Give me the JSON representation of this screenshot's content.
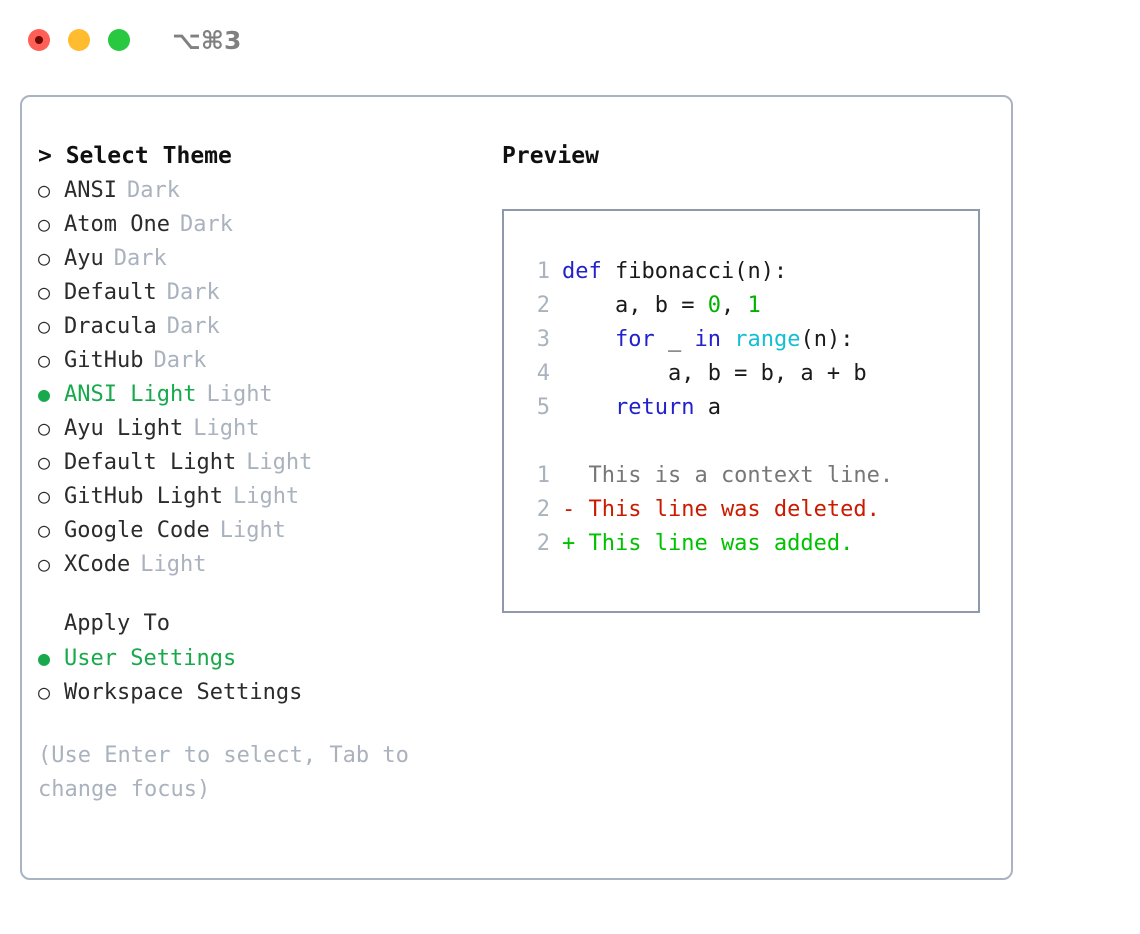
{
  "window": {
    "shortcut_title": "⌥⌘3",
    "traffic_lights": [
      "close",
      "minimize",
      "maximize"
    ]
  },
  "theme_panel": {
    "header": "> Select Theme",
    "items": [
      {
        "marker": "○",
        "label": "ANSI",
        "suffix": "Dark",
        "selected": false
      },
      {
        "marker": "○",
        "label": "Atom One",
        "suffix": "Dark",
        "selected": false
      },
      {
        "marker": "○",
        "label": "Ayu",
        "suffix": "Dark",
        "selected": false
      },
      {
        "marker": "○",
        "label": "Default",
        "suffix": "Dark",
        "selected": false
      },
      {
        "marker": "○",
        "label": "Dracula",
        "suffix": "Dark",
        "selected": false
      },
      {
        "marker": "○",
        "label": "GitHub",
        "suffix": "Dark",
        "selected": false
      },
      {
        "marker": "●",
        "label": "ANSI Light",
        "suffix": "Light",
        "selected": true
      },
      {
        "marker": "○",
        "label": "Ayu Light",
        "suffix": "Light",
        "selected": false
      },
      {
        "marker": "○",
        "label": "Default Light",
        "suffix": "Light",
        "selected": false
      },
      {
        "marker": "○",
        "label": "GitHub Light",
        "suffix": "Light",
        "selected": false
      },
      {
        "marker": "○",
        "label": "Google Code",
        "suffix": "Light",
        "selected": false
      },
      {
        "marker": "○",
        "label": "XCode",
        "suffix": "Light",
        "selected": false
      }
    ]
  },
  "apply_to": {
    "header": "Apply To",
    "options": [
      {
        "marker": "●",
        "label": "User Settings",
        "selected": true
      },
      {
        "marker": "○",
        "label": "Workspace Settings",
        "selected": false
      }
    ]
  },
  "hint": "(Use Enter to select, Tab to change focus)",
  "preview": {
    "header": "Preview",
    "code_lines": [
      {
        "number": "1",
        "tokens": [
          {
            "t": "def",
            "c": "kw"
          },
          {
            "t": " fibonacci(n):",
            "c": "plain"
          }
        ]
      },
      {
        "number": "2",
        "tokens": [
          {
            "t": "    a, b = ",
            "c": "plain"
          },
          {
            "t": "0",
            "c": "num"
          },
          {
            "t": ", ",
            "c": "plain"
          },
          {
            "t": "1",
            "c": "num"
          }
        ]
      },
      {
        "number": "3",
        "tokens": [
          {
            "t": "    ",
            "c": "plain"
          },
          {
            "t": "for",
            "c": "kw"
          },
          {
            "t": " _ ",
            "c": "plain"
          },
          {
            "t": "in",
            "c": "kw"
          },
          {
            "t": " ",
            "c": "plain"
          },
          {
            "t": "range",
            "c": "builtin"
          },
          {
            "t": "(n):",
            "c": "plain"
          }
        ]
      },
      {
        "number": "4",
        "tokens": [
          {
            "t": "        a, b = b, a + b",
            "c": "plain"
          }
        ]
      },
      {
        "number": "5",
        "tokens": [
          {
            "t": "    ",
            "c": "plain"
          },
          {
            "t": "return",
            "c": "kw"
          },
          {
            "t": " a",
            "c": "plain"
          }
        ]
      }
    ],
    "diff_lines": [
      {
        "number": "1",
        "text": "  This is a context line.",
        "kind": "ctx"
      },
      {
        "number": "2",
        "text": "- This line was deleted.",
        "kind": "del"
      },
      {
        "number": "2",
        "text": "+ This line was added.",
        "kind": "add"
      }
    ]
  },
  "colors": {
    "accent_green": "#17a94c",
    "diff_added": "#00c200",
    "diff_deleted": "#c91b00",
    "keyword_blue": "#2222cc",
    "builtin_cyan": "#14bfd4",
    "number_green": "#00b200",
    "muted": "#a9b2bd",
    "border": "#a9b3c1"
  }
}
